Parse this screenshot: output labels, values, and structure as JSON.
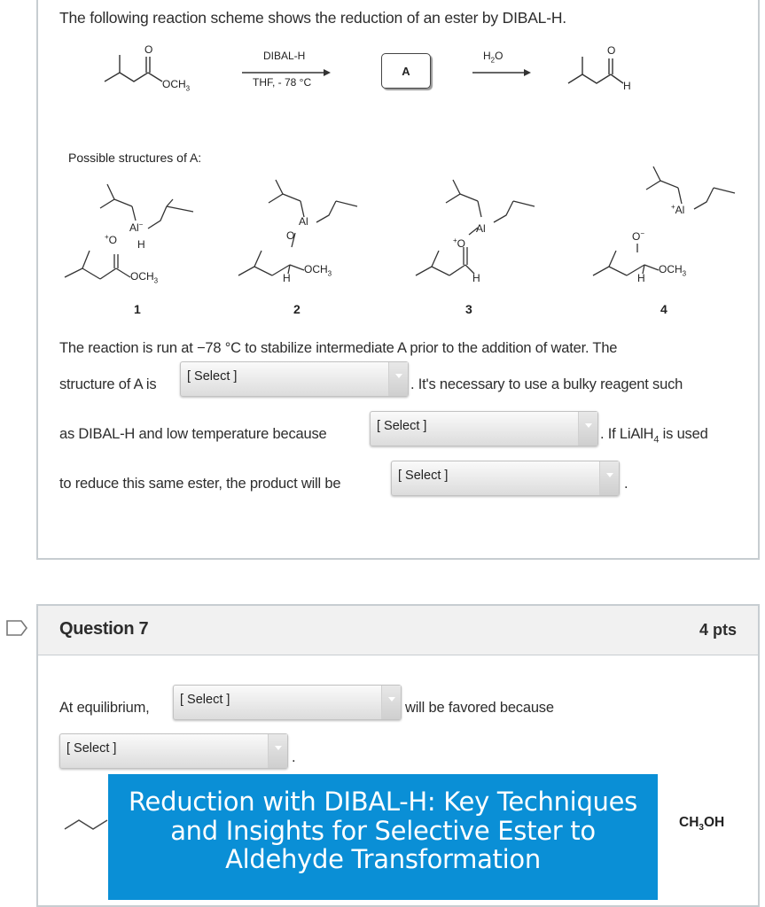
{
  "question6": {
    "intro": "The following reaction scheme shows the reduction of an ester by DIBAL-H.",
    "scheme": {
      "reactant_label": "OCH3",
      "reactant_o": "O",
      "reagent_top": "DIBAL-H",
      "reagent_bottom": "THF, - 78 °C",
      "intermediate": "A",
      "step2_reagent": "H2O",
      "product_o": "O",
      "product_h": "H"
    },
    "possible_structures_label": "Possible structures of A:",
    "structures": [
      {
        "number": "1",
        "labels": [
          "Al",
          "+O",
          "H",
          "OCH3"
        ]
      },
      {
        "number": "2",
        "labels": [
          "Al",
          "O",
          "H",
          "OCH3"
        ]
      },
      {
        "number": "3",
        "labels": [
          "Al",
          "+O",
          "H"
        ]
      },
      {
        "number": "4",
        "labels": [
          "+Al",
          "O−",
          "H",
          "OCH3"
        ]
      }
    ],
    "paragraph": {
      "line1": "The reaction is run at −78 °C to stabilize intermediate A prior to the addition of water. The",
      "line2_before": "structure of A is",
      "line2_after": ". It's necessary to use a bulky reagent such",
      "line3_before": "as DIBAL-H and low temperature because",
      "line3_after": ". If LiAlH",
      "line3_sub": "4",
      "line3_end": " is used",
      "line4_before": "to reduce this same ester, the product will be",
      "line4_after": "."
    },
    "selects": [
      {
        "value": "[ Select ]"
      },
      {
        "value": "[ Select ]"
      },
      {
        "value": "[ Select ]"
      }
    ]
  },
  "question7": {
    "title": "Question 7",
    "points": "4 pts",
    "line1_before": "At equilibrium,",
    "line1_after": "will be favored because",
    "line2_after": ".",
    "selects": [
      {
        "value": "[ Select ]"
      },
      {
        "value": "[ Select ]"
      }
    ],
    "methanol_label_main": "CH",
    "methanol_label_sub": "3",
    "methanol_label_end": "OH"
  },
  "banner": {
    "text": "Reduction with DIBAL-H: Key Techniques and Insights for Selective Ester to Aldehyde Transformation",
    "color": "#0a8fd6"
  }
}
